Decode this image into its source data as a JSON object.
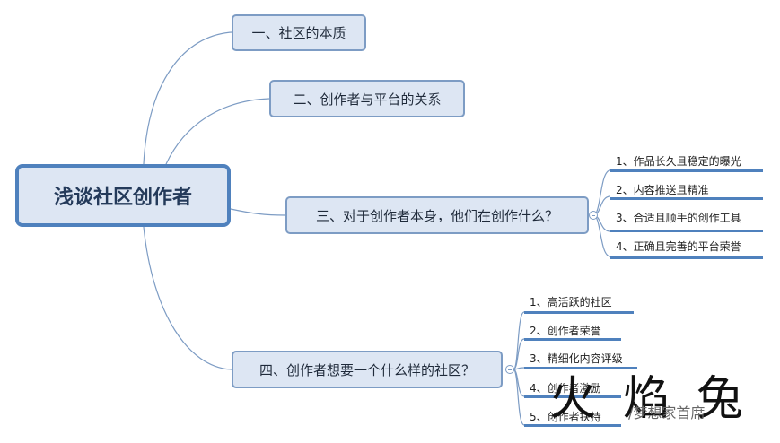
{
  "mindmap": {
    "root": "浅谈社区创作者",
    "branches": [
      {
        "label": "一、社区的本质",
        "children": []
      },
      {
        "label": "二、创作者与平台的关系",
        "children": []
      },
      {
        "label": "三、对于创作者本身，他们在创作什么？",
        "children": [
          "1、作品长久且稳定的曝光",
          "2、内容推送且精准",
          "3、合适且顺手的创作工具",
          "4、正确且完善的平台荣誉"
        ]
      },
      {
        "label": "四、创作者想要一个什么样的社区？",
        "children": [
          "1、高活跃的社区",
          "2、创作者荣誉",
          "3、精细化内容评级",
          "4、创作者激励",
          "5、创作者扶持"
        ]
      }
    ]
  },
  "watermark": {
    "logo_text": "火焰兔",
    "caption": "/梦想家首席"
  },
  "colors": {
    "node_fill": "#dde6f3",
    "node_border": "#7d9cc4",
    "root_border": "#4f81bd",
    "link": "#7d9cc4",
    "leaf_underline": "#4f81bd"
  }
}
